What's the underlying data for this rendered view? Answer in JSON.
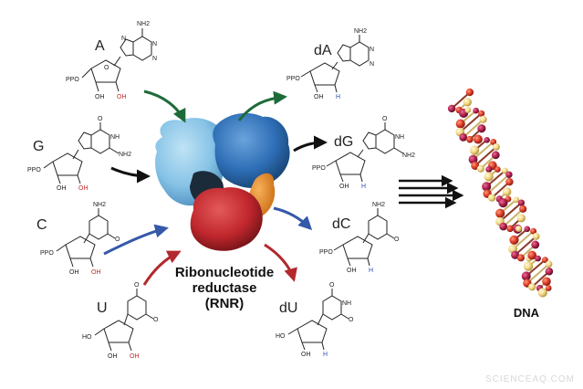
{
  "enzyme": {
    "line1": "Ribonucleotide",
    "line2": "reductase",
    "line3": "(RNR)"
  },
  "substrates": {
    "a": "A",
    "g": "G",
    "c": "C",
    "u": "U"
  },
  "products": {
    "da": "dA",
    "dg": "dG",
    "dc": "dC",
    "du": "dU"
  },
  "product_label": "DNA",
  "molecule_labels": {
    "nh2": "NH2",
    "ppo": "PPO",
    "ho": "HO",
    "oh": "OH",
    "h": "H",
    "o": "O",
    "n": "N",
    "nh": "NH"
  },
  "watermark": "SCIENCEAQ.COM",
  "colors": {
    "arrow_green": "#1e6b3a",
    "arrow_black": "#111111",
    "arrow_blue": "#3558a8",
    "arrow_red": "#b3282d",
    "hydroxyl_red": "#c62828",
    "hydrogen_blue": "#2b4fb8",
    "protein_light_blue": "#87c3e6",
    "protein_blue": "#2d6db5",
    "protein_red": "#c0272d",
    "protein_orange": "#e98a2a"
  }
}
